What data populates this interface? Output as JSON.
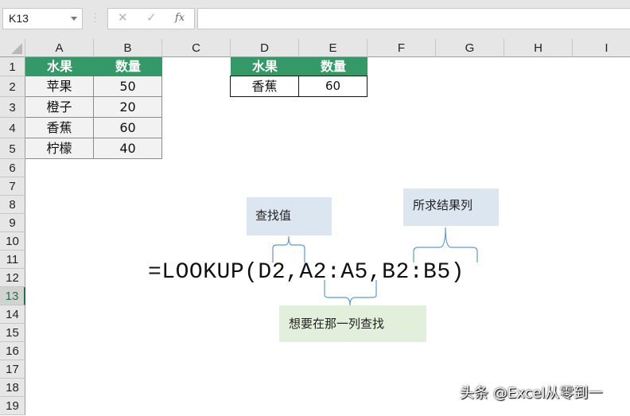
{
  "toolbar": {
    "name_box": "K13",
    "cancel_icon": "✕",
    "enter_icon": "✓",
    "fx_label": "fx",
    "formula_bar_value": ""
  },
  "columns": [
    "A",
    "B",
    "C",
    "D",
    "E",
    "F",
    "G",
    "H",
    "I"
  ],
  "rows": [
    "1",
    "2",
    "3",
    "4",
    "5",
    "6",
    "7",
    "8",
    "9",
    "10",
    "11",
    "12",
    "13",
    "14",
    "15",
    "16",
    "17",
    "18",
    "19"
  ],
  "selected_row": "13",
  "table_left": {
    "headers": [
      "水果",
      "数量"
    ],
    "rows": [
      [
        "苹果",
        "50"
      ],
      [
        "橙子",
        "20"
      ],
      [
        "香蕉",
        "60"
      ],
      [
        "柠檬",
        "40"
      ]
    ]
  },
  "table_right": {
    "headers": [
      "水果",
      "数量"
    ],
    "row": [
      "香蕉",
      "60"
    ]
  },
  "annotation": {
    "formula": "=LOOKUP(D2,A2:A5,B2:B5)",
    "callout_lookup_value": "查找值",
    "callout_result_column": "所求结果列",
    "callout_search_column": "想要在那一列查找"
  },
  "watermark": "头条 @Excel从零到一",
  "colors": {
    "header_green": "#339966",
    "callout_blue": "#dce6f1",
    "callout_green": "#e2efda",
    "brace_blue": "#5b9bd5",
    "selected_row_accent": "#217346"
  }
}
